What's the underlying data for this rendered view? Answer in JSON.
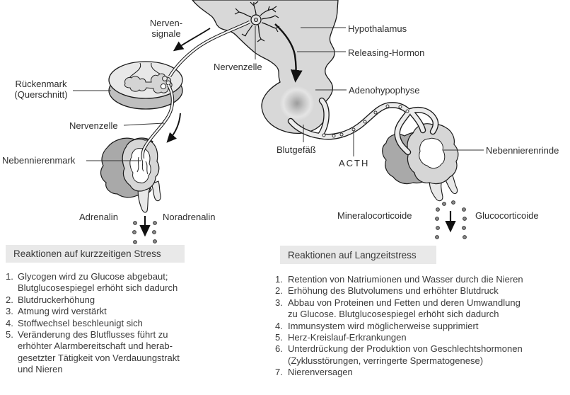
{
  "colors": {
    "organ_fill": "#d8d8d8",
    "organ_dark": "#a9a9a9",
    "organ_light": "#e8e8e8",
    "box_bg": "#e9e9e9",
    "line": "#1a1a1a",
    "text": "#2e2e2e"
  },
  "diagram": {
    "labels": {
      "nervensignale": "Nerven-\nsignale",
      "nervenzelle_top": "Nervenzelle",
      "rueckenmark": "Rückenmark\n(Querschnitt)",
      "nervenzelle_left": "Nervenzelle",
      "nebennierenmark": "Nebennierenmark",
      "hypothalamus": "Hypothalamus",
      "releasing_hormon": "Releasing-Hormon",
      "adenohypophyse": "Adenohypophyse",
      "blutgefaess": "Blutgefäß",
      "acth": "ACTH",
      "nebennierenrinde": "Nebennierenrinde"
    }
  },
  "short_term": {
    "hormone_left": "Adrenalin",
    "hormone_right": "Noradrenalin",
    "header": "Reaktionen auf kurzzeitigen Stress",
    "items": [
      {
        "num": "1.",
        "text": "Glycogen wird zu Glucose abgebaut;\nBlutglucosespiegel erhöht sich dadurch"
      },
      {
        "num": "2.",
        "text": "Blutdruckerhöhung"
      },
      {
        "num": "3.",
        "text": "Atmung wird verstärkt"
      },
      {
        "num": "4.",
        "text": "Stoffwechsel beschleunigt sich"
      },
      {
        "num": "5.",
        "text": "Veränderung des Blutflusses führt zu\nerhöhter Alarmbereitschaft und herab-\ngesetzter Tätigkeit von Verdauungstrakt\nund Nieren"
      }
    ]
  },
  "long_term": {
    "hormone_left": "Mineralocorticoide",
    "hormone_right": "Glucocorticoide",
    "header": "Reaktionen auf Langzeitstress",
    "items": [
      {
        "num": "1.",
        "text": "Retention von Natriumionen und Wasser durch die Nieren"
      },
      {
        "num": "2.",
        "text": "Erhöhung des Blutvolumens und erhöhter Blutdruck"
      },
      {
        "num": "3.",
        "text": "Abbau von Proteinen und Fetten und deren Umwandlung\nzu Glucose. Blutglucosespiegel erhöht sich dadurch"
      },
      {
        "num": "4.",
        "text": "Immunsystem wird möglicherweise supprimiert"
      },
      {
        "num": "5.",
        "text": "Herz-Kreislauf-Erkrankungen"
      },
      {
        "num": "6.",
        "text": "Unterdrückung der Produktion von Geschlechtshormonen\n(Zyklusstörungen, verringerte Spermatogenese)"
      },
      {
        "num": "7.",
        "text": "Nierenversagen"
      }
    ]
  }
}
